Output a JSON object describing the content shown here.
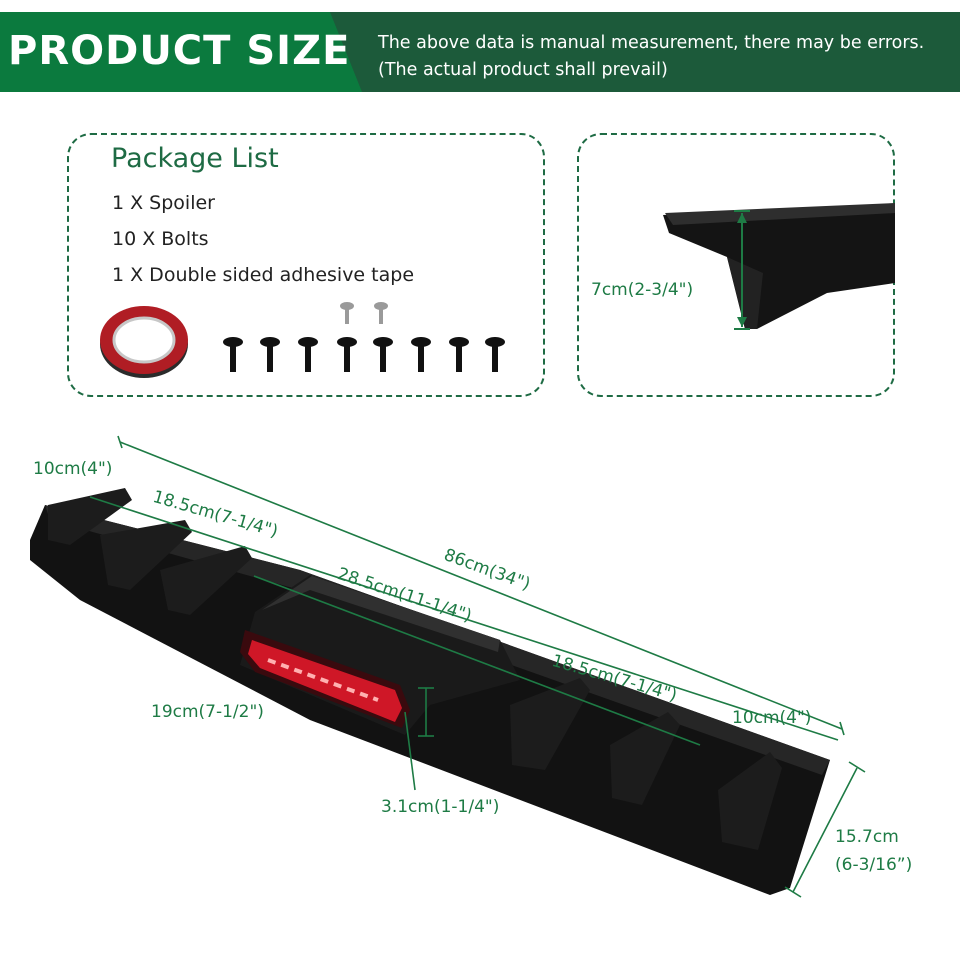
{
  "header": {
    "title": "PRODUCT SIZE",
    "note_line1": "The above data is manual measurement, there may be errors.",
    "note_line2": "(The actual product shall prevail)"
  },
  "package": {
    "title": "Package List",
    "items": [
      "1 X Spoiler",
      "10 X Bolts",
      "1 X Double sided adhesive tape"
    ]
  },
  "dimensions": {
    "height_side": "7cm(2-3/4\")",
    "end_left": "10cm(4\")",
    "seg_left": "18.5cm(7-1/4\")",
    "total_length": "86cm(34\")",
    "center": "28.5cm(11-1/4\")",
    "seg_right": "18.5cm(7-1/4\")",
    "end_right": "10cm(4\")",
    "light_width": "19cm(7-1/2\")",
    "light_height": "3.1cm(1-1/4\")",
    "depth_line1": "15.7cm",
    "depth_line2": "(6-3/16”)"
  },
  "colors": {
    "header_bg": "#1c5a3a",
    "header_band": "#0b7a3e",
    "accent_green": "#1e7b45",
    "brake_light": "#e0182a"
  }
}
